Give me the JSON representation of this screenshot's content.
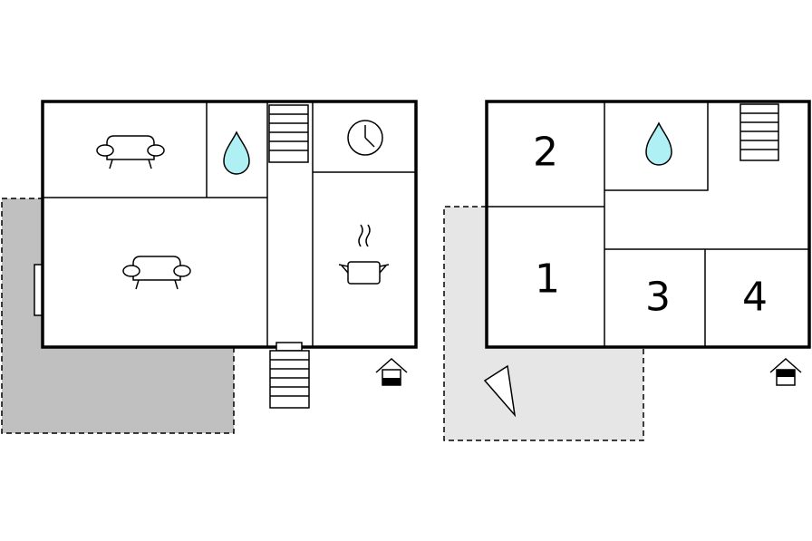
{
  "floors": [
    {
      "id": "ground-floor",
      "rooms": [
        {
          "id": "living-room-upper",
          "icon": "sofa-icon"
        },
        {
          "id": "bathroom",
          "icon": "water-drop-icon"
        },
        {
          "id": "staircase-hall",
          "icon": "stairs-icon"
        },
        {
          "id": "utility",
          "icon": "clock-icon"
        },
        {
          "id": "living-room-lower",
          "icon": "sofa-icon"
        },
        {
          "id": "kitchen",
          "icon": "cooking-pot-icon"
        }
      ],
      "outdoor": {
        "terrace": "covered-terrace",
        "entrance": "entrance-steps"
      },
      "marker": "house-floor-marker-ground-icon"
    },
    {
      "id": "upper-floor",
      "rooms": [
        {
          "id": "bedroom-2",
          "label": "2"
        },
        {
          "id": "bathroom-upper",
          "icon": "water-drop-icon"
        },
        {
          "id": "stair-landing",
          "icon": "stairs-icon"
        },
        {
          "id": "bedroom-1",
          "label": "1"
        },
        {
          "id": "bedroom-3",
          "label": "3"
        },
        {
          "id": "bedroom-4",
          "label": "4"
        }
      ],
      "outdoor": {
        "terrace": "open-terrace",
        "orientation": "viewpoint-icon"
      },
      "marker": "house-floor-marker-upper-icon"
    }
  ],
  "colors": {
    "wall": "#000000",
    "water": "#aef0f4",
    "covered_terrace": "#c0c0c0",
    "open_terrace": "#e6e6e6",
    "background": "#ffffff"
  }
}
